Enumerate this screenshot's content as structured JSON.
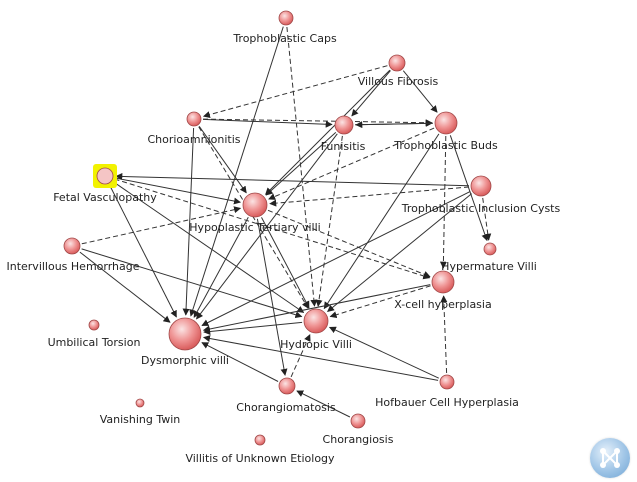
{
  "graph": {
    "nodes": [
      {
        "id": "trophoblastic_caps",
        "label": "Trophoblastic Caps",
        "highlighted": false
      },
      {
        "id": "villous_fibrosis",
        "label": "Villous Fibrosis",
        "highlighted": false
      },
      {
        "id": "chorioamnionitis",
        "label": "Chorioamnionitis",
        "highlighted": false
      },
      {
        "id": "funisitis",
        "label": "Funisitis",
        "highlighted": false
      },
      {
        "id": "trophoblastic_buds",
        "label": "Trophoblastic Buds",
        "highlighted": false
      },
      {
        "id": "fetal_vasculopathy",
        "label": "Fetal Vasculopathy",
        "highlighted": true
      },
      {
        "id": "hypoplastic_tertiary_villi",
        "label": "Hypoplastic Tertiary villi",
        "highlighted": false
      },
      {
        "id": "trophoblastic_inclusion_cysts",
        "label": "Trophoblastic Inclusion Cysts",
        "highlighted": false
      },
      {
        "id": "intervillous_hemorrhage",
        "label": "Intervillous Hemorrhage",
        "highlighted": false
      },
      {
        "id": "hypermature_villi",
        "label": "Hypermature Villi",
        "highlighted": false
      },
      {
        "id": "x_cell_hyperplasia",
        "label": "X-cell hyperplasia",
        "highlighted": false
      },
      {
        "id": "umbilical_torsion",
        "label": "Umbilical Torsion",
        "highlighted": false
      },
      {
        "id": "dysmorphic_villi",
        "label": "Dysmorphic villi",
        "highlighted": false
      },
      {
        "id": "hydropic_villi",
        "label": "Hydropic Villi",
        "highlighted": false
      },
      {
        "id": "chorangiomatosis",
        "label": "Chorangiomatosis",
        "highlighted": false
      },
      {
        "id": "hofbauer_cell_hyperplasia",
        "label": "Hofbauer Cell Hyperplasia",
        "highlighted": false
      },
      {
        "id": "vanishing_twin",
        "label": "Vanishing Twin",
        "highlighted": false
      },
      {
        "id": "chorangiosis",
        "label": "Chorangiosis",
        "highlighted": false
      },
      {
        "id": "villitis_unknown",
        "label": "Villitis of Unknown Etiology",
        "highlighted": false
      }
    ],
    "edges": [
      [
        "trophoblastic_caps",
        "dysmorphic_villi"
      ],
      [
        "trophoblastic_caps",
        "hydropic_villi"
      ],
      [
        "villous_fibrosis",
        "trophoblastic_buds"
      ],
      [
        "villous_fibrosis",
        "funisitis"
      ],
      [
        "villous_fibrosis",
        "chorioamnionitis"
      ],
      [
        "villous_fibrosis",
        "hypoplastic_tertiary_villi"
      ],
      [
        "chorioamnionitis",
        "funisitis"
      ],
      [
        "chorioamnionitis",
        "trophoblastic_buds"
      ],
      [
        "chorioamnionitis",
        "hypoplastic_tertiary_villi"
      ],
      [
        "chorioamnionitis",
        "dysmorphic_villi"
      ],
      [
        "chorioamnionitis",
        "hydropic_villi"
      ],
      [
        "funisitis",
        "trophoblastic_buds"
      ],
      [
        "funisitis",
        "dysmorphic_villi"
      ],
      [
        "funisitis",
        "hydropic_villi"
      ],
      [
        "funisitis",
        "hypoplastic_tertiary_villi"
      ],
      [
        "trophoblastic_buds",
        "funisitis"
      ],
      [
        "trophoblastic_buds",
        "x_cell_hyperplasia"
      ],
      [
        "trophoblastic_buds",
        "hypermature_villi"
      ],
      [
        "trophoblastic_buds",
        "hydropic_villi"
      ],
      [
        "trophoblastic_buds",
        "hypoplastic_tertiary_villi"
      ],
      [
        "fetal_vasculopathy",
        "dysmorphic_villi"
      ],
      [
        "fetal_vasculopathy",
        "hydropic_villi"
      ],
      [
        "fetal_vasculopathy",
        "x_cell_hyperplasia"
      ],
      [
        "fetal_vasculopathy",
        "hypoplastic_tertiary_villi"
      ],
      [
        "trophoblastic_inclusion_cysts",
        "fetal_vasculopathy"
      ],
      [
        "trophoblastic_inclusion_cysts",
        "hypoplastic_tertiary_villi"
      ],
      [
        "trophoblastic_inclusion_cysts",
        "dysmorphic_villi"
      ],
      [
        "trophoblastic_inclusion_cysts",
        "hydropic_villi"
      ],
      [
        "trophoblastic_inclusion_cysts",
        "hypermature_villi"
      ],
      [
        "hypoplastic_tertiary_villi",
        "dysmorphic_villi"
      ],
      [
        "hypoplastic_tertiary_villi",
        "hydropic_villi"
      ],
      [
        "hypoplastic_tertiary_villi",
        "x_cell_hyperplasia"
      ],
      [
        "hypoplastic_tertiary_villi",
        "chorangiomatosis"
      ],
      [
        "intervillous_hemorrhage",
        "dysmorphic_villi"
      ],
      [
        "intervillous_hemorrhage",
        "hypoplastic_tertiary_villi"
      ],
      [
        "intervillous_hemorrhage",
        "hydropic_villi"
      ],
      [
        "x_cell_hyperplasia",
        "dysmorphic_villi"
      ],
      [
        "x_cell_hyperplasia",
        "hydropic_villi"
      ],
      [
        "hydropic_villi",
        "dysmorphic_villi"
      ],
      [
        "chorangiomatosis",
        "dysmorphic_villi"
      ],
      [
        "chorangiomatosis",
        "hydropic_villi"
      ],
      [
        "chorangiosis",
        "chorangiomatosis"
      ],
      [
        "hofbauer_cell_hyperplasia",
        "dysmorphic_villi"
      ],
      [
        "hofbauer_cell_hyperplasia",
        "x_cell_hyperplasia"
      ],
      [
        "hofbauer_cell_hyperplasia",
        "hydropic_villi"
      ]
    ]
  },
  "colors": {
    "node_fill": "#e87a7a",
    "node_highlight_fill": "#f5c5c5",
    "node_stroke": "#a04848",
    "highlight_box": "#f2f200",
    "edge": "#333333",
    "logo": "#7fb0dc"
  },
  "logo": {
    "icon": "network-logo-icon"
  }
}
